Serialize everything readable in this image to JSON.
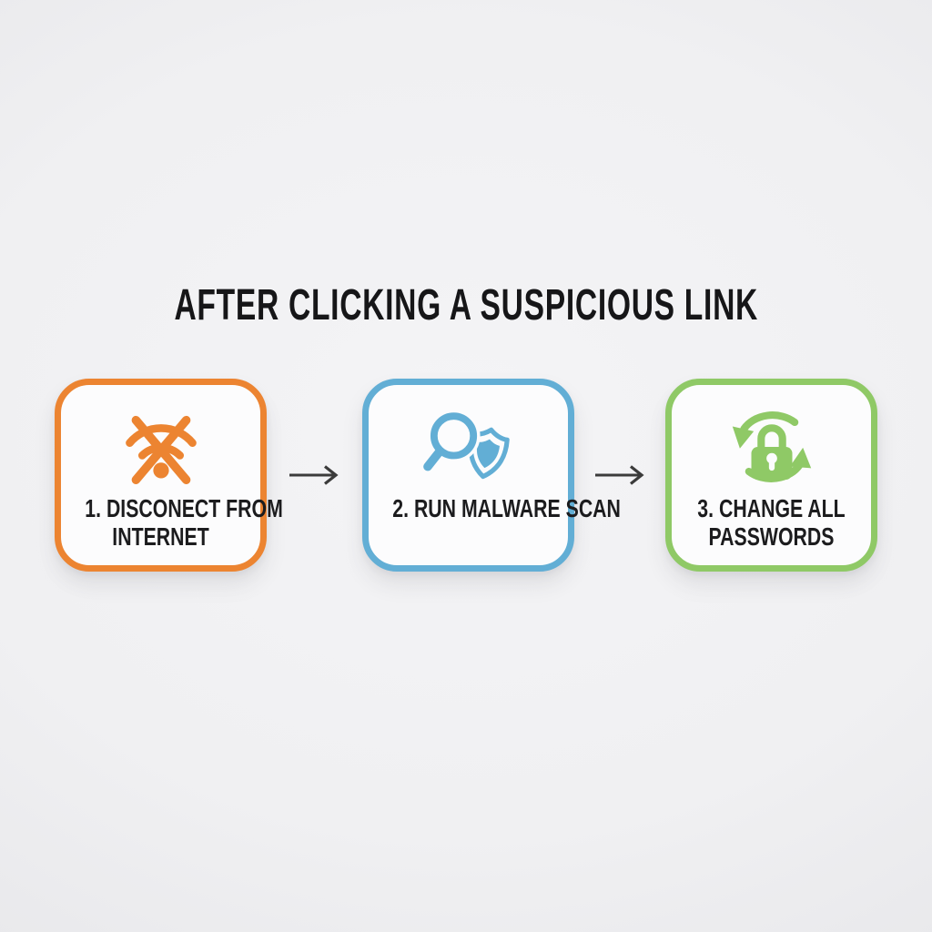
{
  "title": "AFTER CLICKING A SUSPICIOUS LINK",
  "steps": [
    {
      "number": "1",
      "line1": "1. DISCONECT FROM",
      "line2": "INTERNET",
      "icon": "wifi-off-icon",
      "accent_color": "#EC8431"
    },
    {
      "number": "2",
      "line1": "2. RUN MALWARE SCAN",
      "line2": "",
      "icon": "magnifier-shield-icon",
      "accent_color": "#62AED5"
    },
    {
      "number": "3",
      "line1": "3. CHANGE ALL",
      "line2": "PASSWORDS",
      "icon": "lock-refresh-icon",
      "accent_color": "#8FC966"
    }
  ],
  "connectors": [
    {
      "icon": "right-arrow-icon"
    },
    {
      "icon": "right-arrow-icon"
    }
  ],
  "colors": {
    "step1": "#EC8431",
    "step2": "#62AED5",
    "step3": "#8FC966",
    "arrow": "#3B3B3B",
    "title": "#161618",
    "text": "#1C1C1E",
    "card-bg": "#FCFCFD",
    "page-bg-center": "#F4F4F6",
    "page-bg": "#F0F0F2",
    "page-bg-edge": "#E7E7EA"
  }
}
